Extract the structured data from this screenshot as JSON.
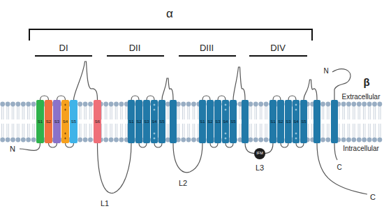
{
  "diagram": {
    "nodes": [
      {
        "text": [
          "S1"
        ]
      },
      {
        "text": [
          "S2"
        ]
      },
      {
        "text": [
          "S3"
        ]
      },
      {
        "text": [
          "S4"
        ]
      },
      {
        "text": [
          "S5"
        ]
      },
      {
        "text": [
          "S6"
        ]
      },
      {
        "text": [
          "S1"
        ]
      },
      {
        "text": [
          "S2"
        ]
      },
      {
        "text": [
          "S3"
        ]
      },
      {
        "text": [
          "S4"
        ]
      },
      {
        "text": [
          "S5"
        ]
      },
      {
        "text": [
          "S1"
        ]
      },
      {
        "text": [
          "S2"
        ]
      },
      {
        "text": [
          "S3"
        ]
      },
      {
        "text": [
          "S4"
        ]
      },
      {
        "text": [
          "S5"
        ]
      },
      {
        "text": [
          "IFM"
        ]
      },
      {
        "text": [
          "S1"
        ]
      },
      {
        "text": [
          "S2"
        ]
      },
      {
        "text": [
          "S3"
        ]
      },
      {
        "text": [
          "S4"
        ]
      },
      {
        "text": [
          "S5"
        ]
      }
    ],
    "labels": [
      "α",
      "DI",
      "DII",
      "DIII",
      "DIV",
      "N",
      "L1",
      "L2",
      "L3",
      "N",
      "β",
      "Extracellular",
      "Intracellular",
      "C",
      "C"
    ]
  }
}
